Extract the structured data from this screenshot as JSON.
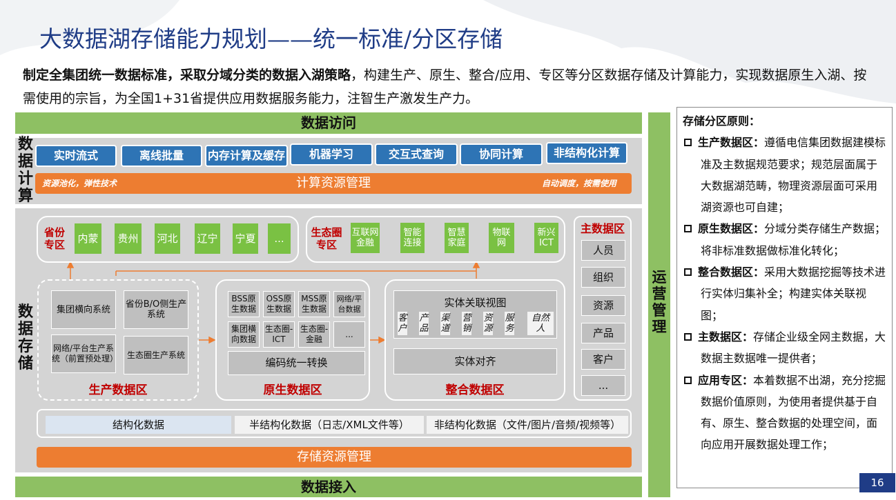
{
  "title": "大数据湖存储能力规划——统一标准/分区存储",
  "intro": {
    "bold": "制定全集团统一数据标准，采取分域分类的数据入湖策略",
    "rest": "，构建生产、原生、整合/应用、专区等分区数据存储及计算能力，实现数据原生入湖、按需使用的宗旨，为全国1+31省提供应用数据服务能力，注智生产激发生产力。"
  },
  "diagram": {
    "top_bar": "数据访问",
    "bottom_bar": "数据接入",
    "right_bar": "运营管理",
    "compute": {
      "label": "数据计算",
      "buttons": [
        "实时流式",
        "离线批量",
        "内存计算及缓存",
        "机器学习",
        "交互式查询",
        "协同计算",
        "非结构化计算"
      ],
      "resource_bar": {
        "center": "计算资源管理",
        "left": "资源池化，弹性技术",
        "right": "自动调度，按需使用"
      }
    },
    "storage": {
      "label": "数据存储",
      "province": {
        "label": "省份专区",
        "items": [
          "内蒙",
          "贵州",
          "河北",
          "辽宁",
          "宁夏",
          "..."
        ]
      },
      "ecosystem": {
        "label": "生态圈专区",
        "items": [
          "互联网金融",
          "智能连接",
          "智慧家庭",
          "物联网",
          "新兴ICT"
        ]
      },
      "master": {
        "label": "主数据区",
        "items": [
          "人员",
          "组织",
          "资源",
          "产品",
          "客户",
          "..."
        ]
      },
      "production": {
        "label": "生产数据区",
        "items": [
          "集团横向系统",
          "省份B/O侧生产系统",
          "网络/平台生产系统（前置预处理）",
          "生态圈生产系统"
        ]
      },
      "raw": {
        "label": "原生数据区",
        "items": [
          "BSS原生数据",
          "OSS原生数据",
          "MSS原生数据",
          "网络/平台数据",
          "集团横向数据",
          "生态圈-ICT",
          "生态圈-金融",
          "..."
        ],
        "encoding": "编码统一转换"
      },
      "integrated": {
        "label": "整合数据区",
        "view_title": "实体关联视图",
        "view_items": [
          "客户",
          "产品",
          "渠道",
          "营销",
          "资源",
          "服务",
          "自然人"
        ],
        "align": "实体对齐"
      },
      "data_types": [
        "结构化数据",
        "半结构化数据（日志/XML文件等）",
        "非结构化数据（文件/图片/音频/视频等）"
      ],
      "resource_bar": "存储资源管理"
    }
  },
  "principles": {
    "title": "存储分区原则：",
    "items": [
      {
        "term": "生产数据区：",
        "text": "遵循电信集团数据建模标准及主数据规范要求；规范层面属于大数据湖范畴，物理资源层面可采用湖资源也可自建；"
      },
      {
        "term": "原生数据区：",
        "text": "分域分类存储生产数据；将非标准数据做标准化转化；"
      },
      {
        "term": "整合数据区：",
        "text": "采用大数据挖掘等技术进行实体归集补全；构建实体关联视图；"
      },
      {
        "term": "主数据区：",
        "text": "存储企业级全网主数据，大数据主数据唯一提供者；"
      },
      {
        "term": "应用专区：",
        "text": "本着数据不出湖，充分挖掘数据价值原则，为使用者提供基于自有、原生、整合数据的处理空间，面向应用开展数据处理工作；"
      }
    ]
  },
  "page_number": "16",
  "colors": {
    "title": "#1f3c86",
    "green": "#8ec063",
    "box_green": "#7ac143",
    "blue": "#2e74b5",
    "orange": "#ed7d31",
    "red": "#c00000",
    "panel": "#d4d4d4"
  }
}
